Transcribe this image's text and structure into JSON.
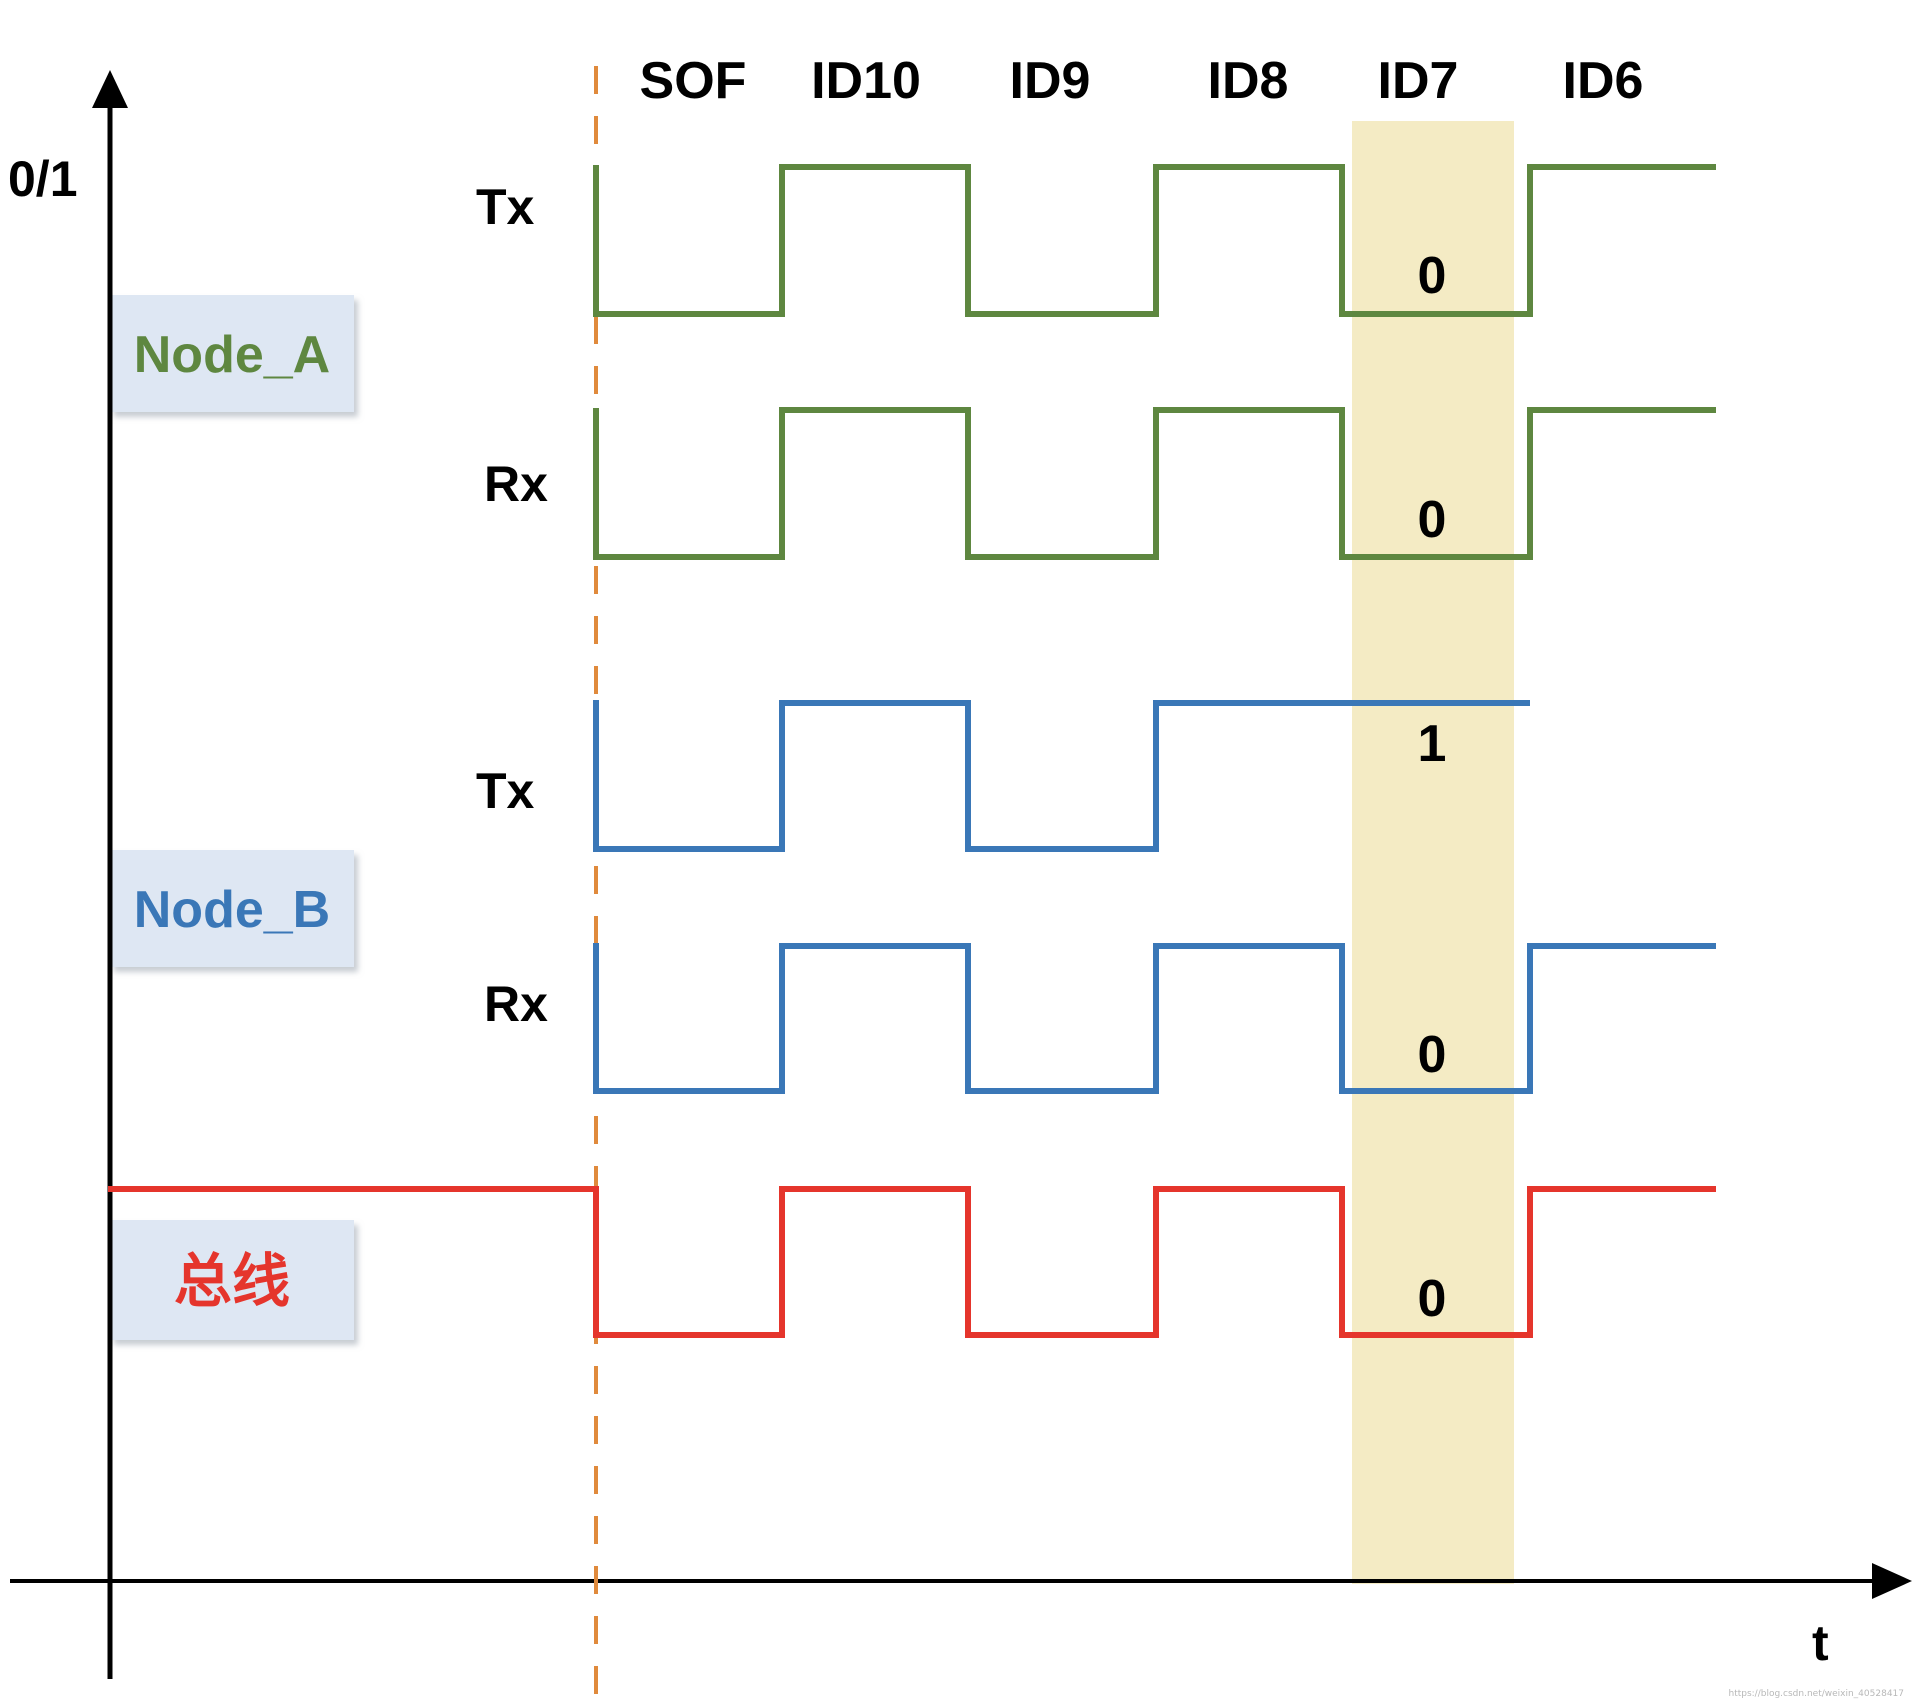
{
  "axes": {
    "y_label": "0/1",
    "x_label": "t"
  },
  "bit_labels": [
    "SOF",
    "ID10",
    "ID9",
    "ID8",
    "ID7",
    "ID6"
  ],
  "nodes": [
    {
      "name": "Node_A",
      "color": "#5e8740"
    },
    {
      "name": "Node_B",
      "color": "#3a77b7"
    },
    {
      "name": "总线",
      "color": "#e5352c"
    }
  ],
  "signals": [
    {
      "id": "a_tx",
      "node": "Node_A",
      "label": "Tx",
      "color": "#5e8740",
      "bits": [
        0,
        1,
        0,
        1,
        0,
        1
      ]
    },
    {
      "id": "a_rx",
      "node": "Node_A",
      "label": "Rx",
      "color": "#5e8740",
      "bits": [
        0,
        1,
        0,
        1,
        0,
        1
      ]
    },
    {
      "id": "b_tx",
      "node": "Node_B",
      "label": "Tx",
      "color": "#3a77b7",
      "bits": [
        0,
        1,
        0,
        1,
        1
      ]
    },
    {
      "id": "b_rx",
      "node": "Node_B",
      "label": "Rx",
      "color": "#3a77b7",
      "bits": [
        0,
        1,
        0,
        1,
        0,
        1
      ]
    },
    {
      "id": "bus",
      "node": "总线",
      "label": "",
      "color": "#e5352c",
      "bits": [
        0,
        1,
        0,
        1,
        0,
        1
      ],
      "idle_level": 1
    }
  ],
  "highlight": {
    "bit": "ID7",
    "color": "#f4ebc4",
    "values": [
      "0",
      "0",
      "1",
      "0",
      "0"
    ]
  },
  "colors": {
    "axis": "#000000",
    "sof_marker": "#e08a3c"
  },
  "watermark": "https://blog.csdn.net/weixin_40528417"
}
